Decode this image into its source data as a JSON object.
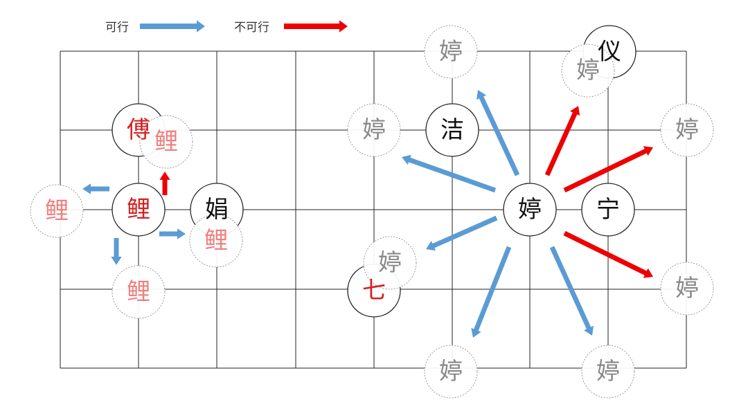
{
  "legend": {
    "feasible_label": "可行",
    "infeasible_label": "不可行",
    "feasible_color": "#5b9bd5",
    "infeasible_color": "#ee0000"
  },
  "colors": {
    "piece_red": "#d42020",
    "piece_black": "#111111",
    "ghost_red": "#f08080",
    "ghost_gray": "#888888"
  },
  "left_example": {
    "pieces": [
      {
        "char": "傅",
        "side": "red"
      },
      {
        "char": "鲤",
        "side": "red"
      },
      {
        "char": "娟",
        "side": "black"
      }
    ],
    "ghosts": [
      {
        "char": "鲤"
      },
      {
        "char": "鲤"
      },
      {
        "char": "鲤"
      },
      {
        "char": "鲤"
      }
    ],
    "arrows": [
      {
        "kind": "infeasible",
        "direction": "up"
      },
      {
        "kind": "feasible",
        "direction": "left"
      },
      {
        "kind": "feasible",
        "direction": "down"
      },
      {
        "kind": "feasible",
        "direction": "right"
      }
    ]
  },
  "right_example": {
    "pieces": [
      {
        "char": "洁",
        "side": "black"
      },
      {
        "char": "婷",
        "side": "black"
      },
      {
        "char": "宁",
        "side": "black"
      },
      {
        "char": "七",
        "side": "red"
      },
      {
        "char": "仪",
        "side": "black"
      }
    ],
    "ghosts": [
      {
        "char": "婷"
      },
      {
        "char": "婷"
      },
      {
        "char": "婷"
      },
      {
        "char": "婷"
      },
      {
        "char": "婷"
      },
      {
        "char": "婷"
      },
      {
        "char": "婷"
      },
      {
        "char": "婷"
      }
    ],
    "arrows": [
      {
        "kind": "feasible",
        "direction": "up-up-left"
      },
      {
        "kind": "feasible",
        "direction": "left-left-up"
      },
      {
        "kind": "feasible",
        "direction": "left-left-down"
      },
      {
        "kind": "feasible",
        "direction": "down-down-left"
      },
      {
        "kind": "feasible",
        "direction": "down-down-right"
      },
      {
        "kind": "infeasible",
        "direction": "up-up-right"
      },
      {
        "kind": "infeasible",
        "direction": "right-right-up"
      },
      {
        "kind": "infeasible",
        "direction": "right-right-down"
      }
    ]
  }
}
